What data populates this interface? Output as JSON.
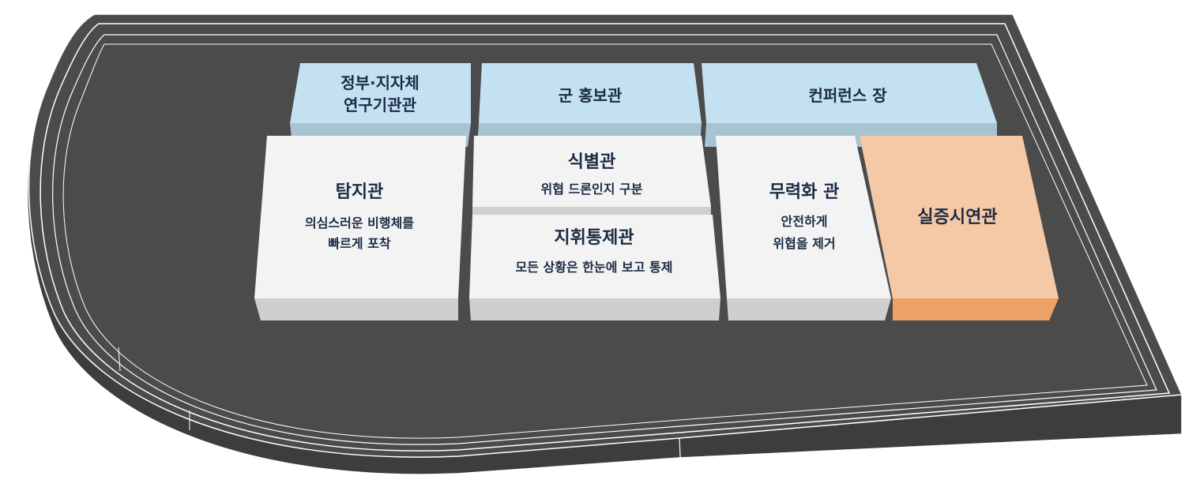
{
  "floor_map": {
    "halls": {
      "gov": {
        "lines": [
          "정부·지자체",
          "연구기관관"
        ]
      },
      "military": {
        "title": "군 홍보관"
      },
      "conference": {
        "title": "컨퍼런스 장"
      },
      "detection": {
        "title": "탐지관",
        "desc": [
          "의심스러운 비행체를",
          "빠르게 포착"
        ]
      },
      "identification": {
        "title": "식별관",
        "desc": [
          "위협 드론인지 구분"
        ]
      },
      "command": {
        "title": "지휘통제관",
        "desc": [
          "모든 상황은 한눈에 보고 통제"
        ]
      },
      "neutralization": {
        "title": "무력화 관",
        "desc": [
          "안전하게",
          "위협을 제거"
        ]
      },
      "demo": {
        "title": "실증시연관"
      }
    },
    "colors": {
      "floor": "#4b4b4b",
      "floor_edge": "#3a3a3a",
      "blue_top": "#c4e1f2",
      "blue_side": "#a8c4d3",
      "white_top": "#f3f3f3",
      "white_side": "#cfcfcf",
      "orange_top": "#f5c9a5",
      "orange_side": "#eea164",
      "text": "#1b2b44"
    }
  }
}
